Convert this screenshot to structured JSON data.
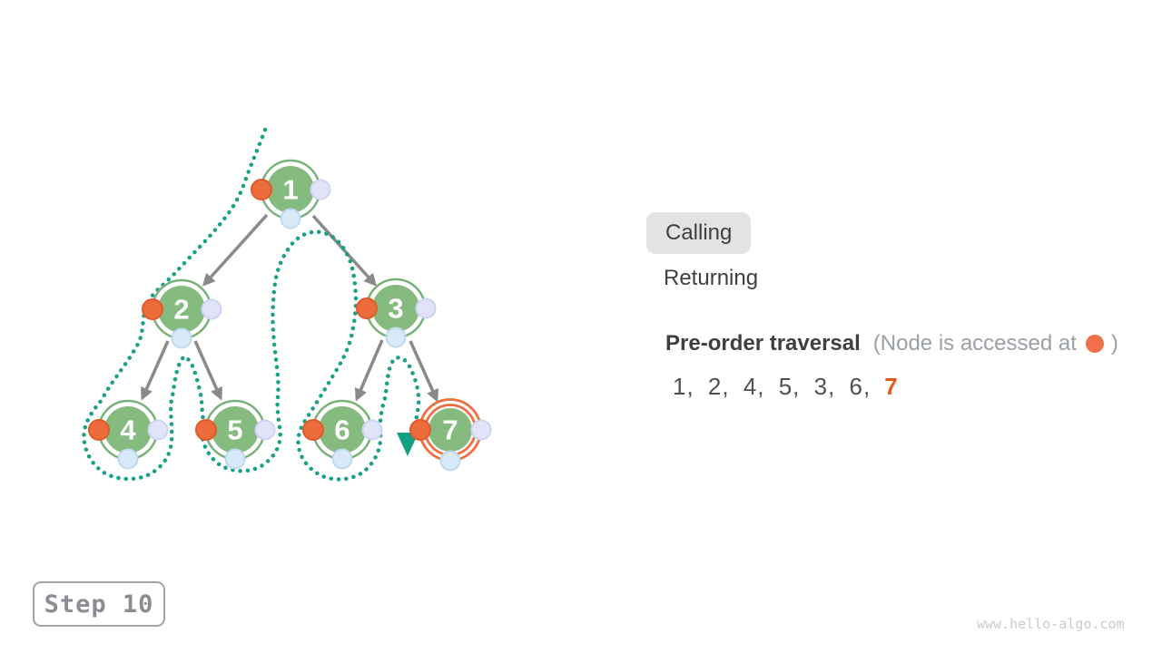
{
  "figure": {
    "tree": {
      "nodes": [
        {
          "id": 1,
          "label": "1",
          "highlighted": false
        },
        {
          "id": 2,
          "label": "2",
          "highlighted": false
        },
        {
          "id": 3,
          "label": "3",
          "highlighted": false
        },
        {
          "id": 4,
          "label": "4",
          "highlighted": false
        },
        {
          "id": 5,
          "label": "5",
          "highlighted": false
        },
        {
          "id": 6,
          "label": "6",
          "highlighted": false
        },
        {
          "id": 7,
          "label": "7",
          "highlighted": true
        }
      ],
      "edges": [
        [
          1,
          2
        ],
        [
          1,
          3
        ],
        [
          2,
          4
        ],
        [
          2,
          5
        ],
        [
          3,
          6
        ],
        [
          3,
          7
        ]
      ],
      "current_node": "7"
    },
    "legend": {
      "calling_label": "Calling",
      "returning_label": "Returning",
      "active_state": "Calling"
    },
    "traversal": {
      "title": "Pre-order traversal",
      "note_prefix": "(Node is accessed at",
      "note_suffix": ")",
      "visited": "1, 2, 4, 5, 3, 6,",
      "current": "7",
      "sequence": [
        1,
        2,
        4,
        5,
        3,
        6,
        7
      ]
    }
  },
  "step_label": "Step 10",
  "watermark": "www.hello-algo.com",
  "colors": {
    "node_green_fill": "#86bb7f",
    "node_ring_green": "#79b178",
    "highlight_ring_orange": "#ed6e3f",
    "access_dot_orange": "#ed6c3c",
    "return_dot_lavender": "#e1e4f8",
    "bottom_dot_blue": "#d8eaf8",
    "path_teal": "#17a287",
    "pointer_teal": "#12a083",
    "arrow_gray": "#8a8a8a",
    "current_number_orange": "#e8581c",
    "pill_gray_bg": "#e3e3e3"
  }
}
